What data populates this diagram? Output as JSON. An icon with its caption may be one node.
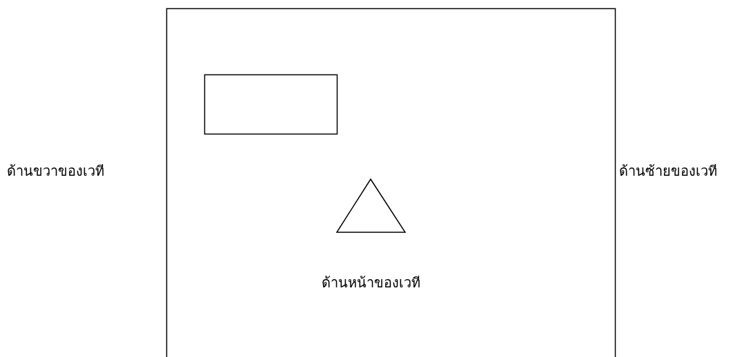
{
  "diagram": {
    "labels": [
      "ด้านขวาของเวที",
      "ด้านซ้ายของเวที",
      "ด้านหน้าของเวที"
    ]
  }
}
